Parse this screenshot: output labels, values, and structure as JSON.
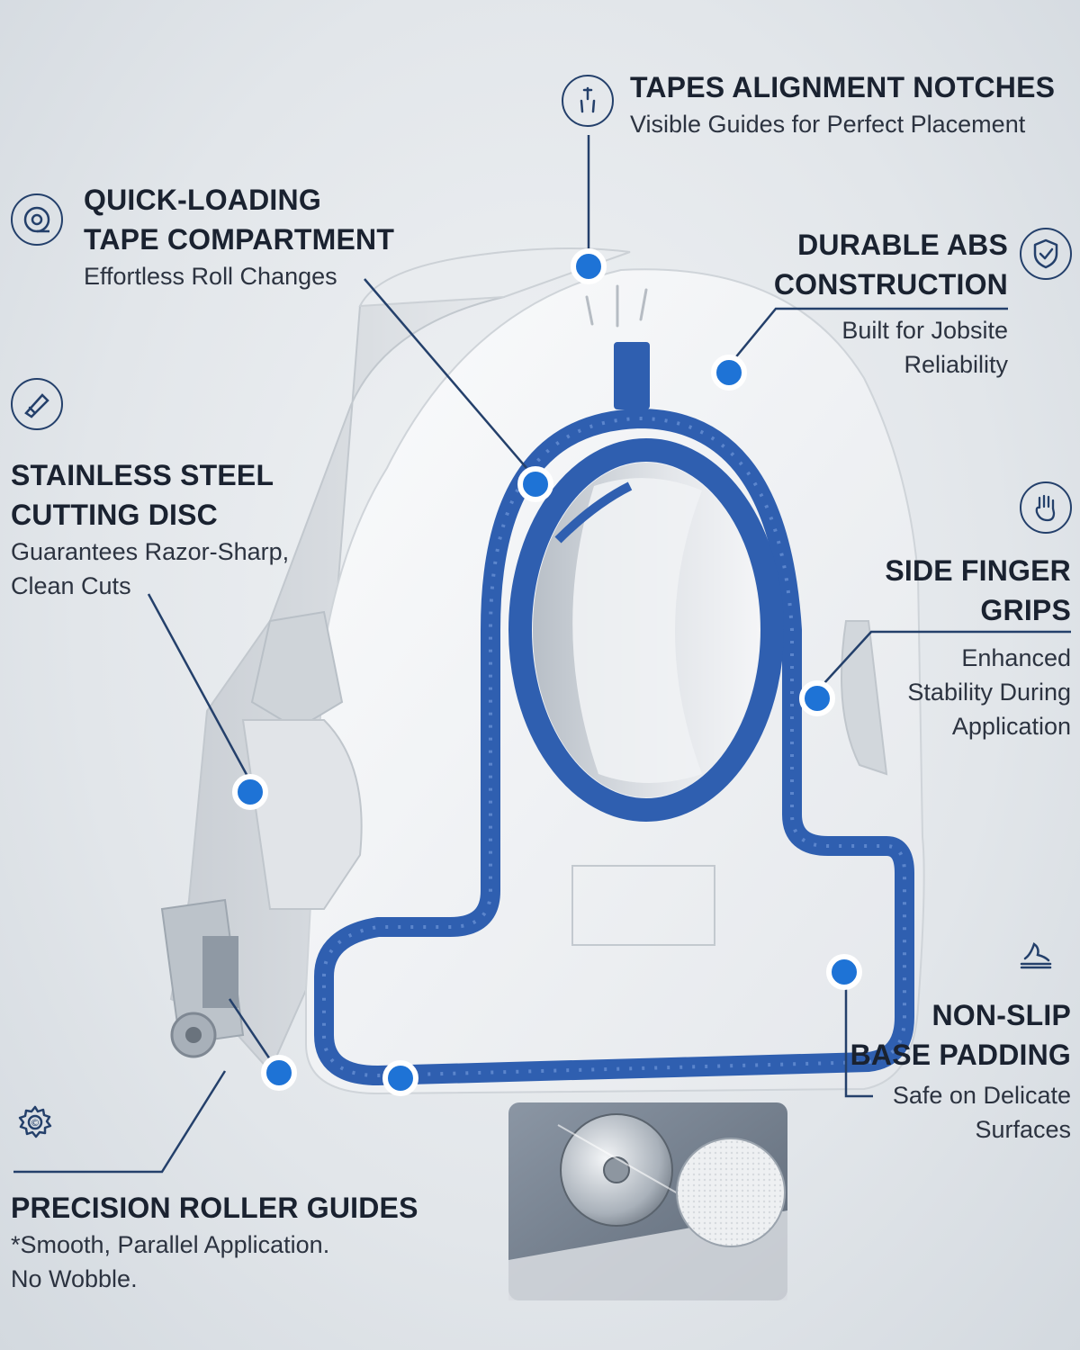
{
  "callouts": {
    "alignment": {
      "title": "TAPES ALIGNMENT NOTCHES",
      "desc": "Visible Guides for Perfect Placement"
    },
    "loading": {
      "title": "QUICK-LOADING\nTAPE COMPARTMENT",
      "desc": "Effortless Roll Changes"
    },
    "abs": {
      "title": "DURABLE ABS\nCONSTRUCTION",
      "desc": "Built for Jobsite\nReliability"
    },
    "steel": {
      "title": "STAINLESS STEEL\nCUTTING DISC",
      "desc": "Guarantees Razor-Sharp,\nClean Cuts"
    },
    "grips": {
      "title": "SIDE FINGER\nGRIPS",
      "desc": "Enhanced\nStability During\nApplication"
    },
    "nonslip": {
      "title": "NON-SLIP\nBASE PADDING",
      "desc": "Safe on Delicate\nSurfaces"
    },
    "roller": {
      "title": "PRECISION ROLLER GUIDES",
      "desc": "*Smooth, Parallel Application.\n No Wobble."
    }
  },
  "icons": {
    "alignment": "alignment-notch-icon",
    "loading": "tape-roll-icon",
    "abs": "shield-check-icon",
    "steel": "blade-icon",
    "grips": "hand-icon",
    "nonslip": "foot-pad-icon",
    "roller": "gear-icon"
  },
  "colors": {
    "accent_blue": "#2f5fb0",
    "dot_blue": "#1e73d6",
    "line_navy": "#24406b",
    "body_white": "#f4f5f7"
  }
}
